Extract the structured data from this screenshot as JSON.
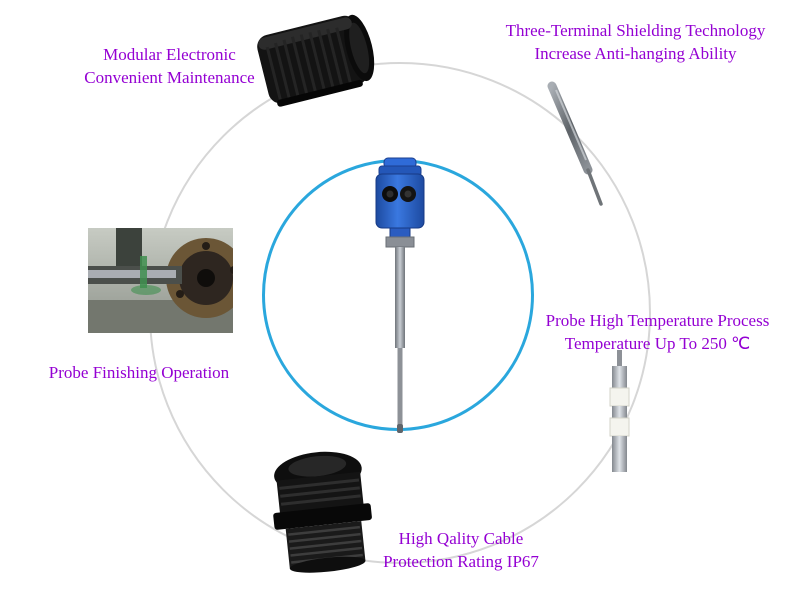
{
  "page": {
    "background_color": "#ffffff",
    "label_color": "#9400d3",
    "highlight_circle_color": "#2aa7dd",
    "connector_circle_color": "#d6d6d6"
  },
  "features": [
    {
      "id": "modular-electronic",
      "lines": [
        "Modular Electronic",
        "Convenient Maintenance"
      ]
    },
    {
      "id": "three-terminal-shielding",
      "lines": [
        "Three-Terminal Shielding Technology",
        "Increase Anti-hanging Ability"
      ]
    },
    {
      "id": "probe-finishing",
      "lines": [
        "Probe Finishing Operation"
      ]
    },
    {
      "id": "high-temperature",
      "lines": [
        "Probe High Temperature Process",
        "Temperature Up To 250 ℃"
      ]
    },
    {
      "id": "cable-protection",
      "lines": [
        "High Qality Cable",
        "Protection Rating IP67"
      ]
    }
  ],
  "images": [
    {
      "name": "electronic-module-image",
      "description": "black modular electronics housing"
    },
    {
      "name": "shielded-probe-tip-image",
      "description": "three-terminal shielded probe tip"
    },
    {
      "name": "probe-machining-image",
      "description": "probe finishing on lathe"
    },
    {
      "name": "high-temperature-probe-image",
      "description": "probe with insulated segments"
    },
    {
      "name": "cable-gland-image",
      "description": "black IP67 cable gland"
    },
    {
      "name": "level-sensor-product-image",
      "description": "blue level sensor with long probe rod"
    }
  ]
}
